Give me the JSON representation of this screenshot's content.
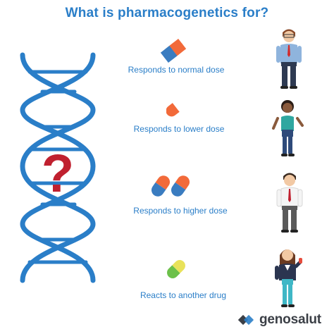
{
  "title": "What is pharmacogenetics for?",
  "rows": [
    {
      "label": "Responds to normal dose",
      "pill": "blue-orange capsule",
      "person": "man in blue shirt"
    },
    {
      "label": "Responds to lower dose",
      "pill": "half orange capsule",
      "person": "woman in teal top"
    },
    {
      "label": "Responds to higher dose",
      "pill": "two blue-orange capsules",
      "person": "man in white shirt with red tie"
    },
    {
      "label": "Reacts to another drug",
      "pill": "green-yellow capsule",
      "person": "woman in teal suit holding pill"
    }
  ],
  "dna_symbol": "?",
  "brand": {
    "name": "genosalut"
  },
  "colors": {
    "title": "#2a7ec8",
    "dna": "#2a7ec8",
    "question": "#c0202f",
    "pill_blue": "#3a7cc0",
    "pill_orange": "#f26a3a",
    "pill_green": "#6cc04a",
    "pill_yellow": "#e9e25a"
  }
}
